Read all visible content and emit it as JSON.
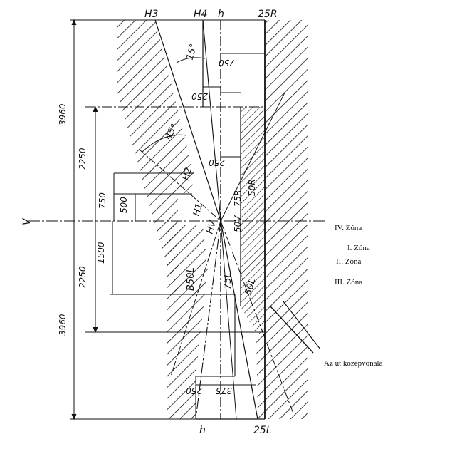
{
  "labels": {
    "top": {
      "h3": "H3",
      "h4": "H4",
      "h": "h",
      "r25": "25R"
    },
    "bottom": {
      "h": "h",
      "l25": "25L"
    },
    "v": "V",
    "angles": {
      "a15": "15°",
      "a45": "45°"
    },
    "points": {
      "h2": "H2",
      "h1": "H1",
      "hv": "HV",
      "r50": "50R",
      "r75": "75R",
      "v50": "50V"
    },
    "beams": {
      "b50l": "B50L",
      "l75": "75L",
      "l50": "50L"
    }
  },
  "dimensions": {
    "d3960_top": "3960",
    "d3960_bottom": "3960",
    "d2250_top": "2250",
    "d2250_bottom": "2250",
    "d750": "750",
    "d500": "500",
    "d1500": "1500",
    "d750_right": "750",
    "d250_a": "250",
    "d250_b": "250",
    "d250_bottom": "250",
    "d375_bottom": "375"
  },
  "zones": {
    "iv": "IV. Zóna",
    "i": "I. Zóna",
    "ii": "II. Zóna",
    "iii": "III. Zóna"
  },
  "center_line_label": "Az út középvonala"
}
